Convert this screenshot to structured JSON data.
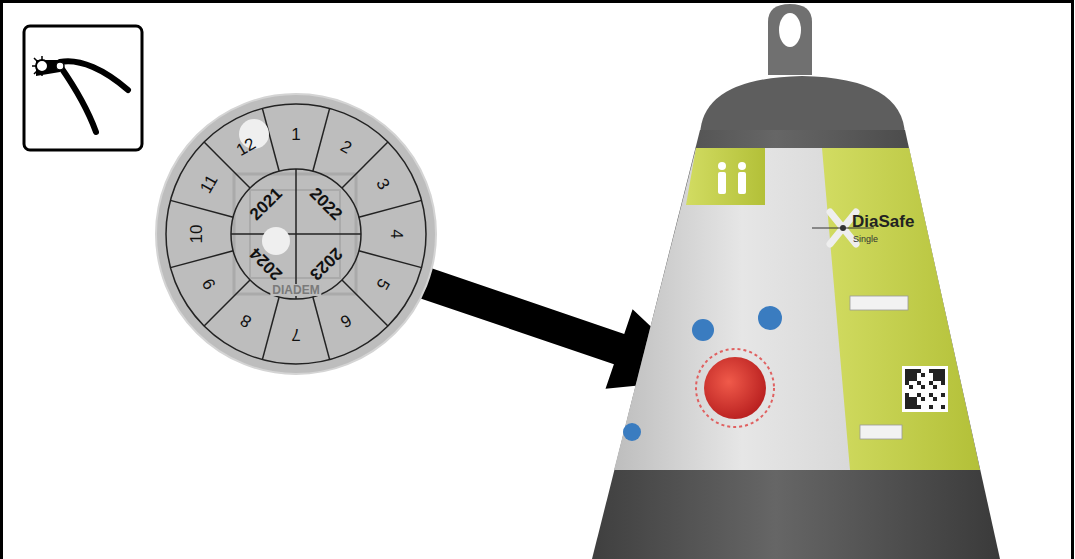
{
  "diagram": {
    "labels": [
      "1",
      "2",
      "3",
      "4",
      "5",
      "6",
      "7",
      "8",
      "9",
      "10",
      "11",
      "12",
      "2021",
      "2022",
      "2023",
      "2024",
      "DIADEM",
      "DiaSafe",
      "Single"
    ]
  }
}
